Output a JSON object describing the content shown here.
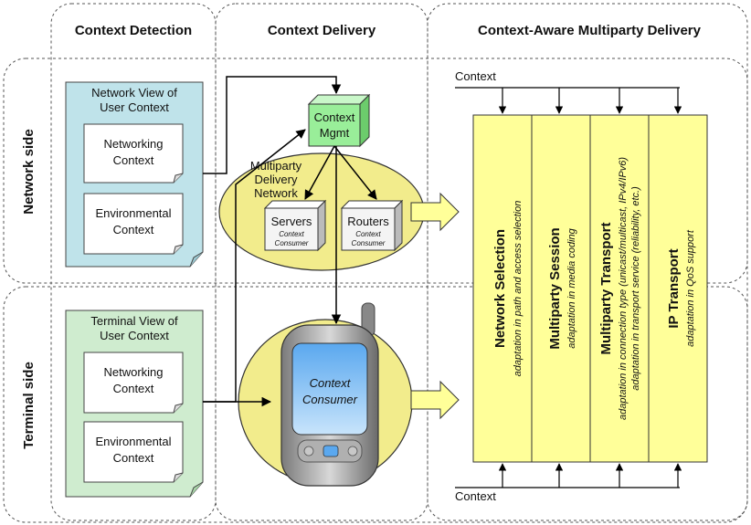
{
  "columns": {
    "detection": "Context Detection",
    "delivery": "Context Delivery",
    "multiparty": "Context-Aware Multiparty Delivery"
  },
  "rows": {
    "network": "Network side",
    "terminal": "Terminal side"
  },
  "network_view": {
    "title_line1": "Network View of",
    "title_line2": "User Context",
    "networking_line1": "Networking",
    "networking_line2": "Context",
    "environmental_line1": "Environmental",
    "environmental_line2": "Context"
  },
  "terminal_view": {
    "title_line1": "Terminal View of",
    "title_line2": "User Context",
    "networking_line1": "Networking",
    "networking_line2": "Context",
    "environmental_line1": "Environmental",
    "environmental_line2": "Context"
  },
  "context_mgmt": {
    "line1": "Context",
    "line2": "Mgmt"
  },
  "delivery_network": {
    "line1": "Multiparty",
    "line2": "Delivery",
    "line3": "Network"
  },
  "servers": {
    "label": "Servers",
    "sub1": "Context",
    "sub2": "Consumer"
  },
  "routers": {
    "label": "Routers",
    "sub1": "Context",
    "sub2": "Consumer"
  },
  "phone": {
    "line1": "Context",
    "line2": "Consumer"
  },
  "context_top": "Context",
  "context_bottom": "Context",
  "layers": [
    {
      "title": "Network Selection",
      "sub1": "adaptation in path and access selection",
      "sub2": ""
    },
    {
      "title": "Multiparty Session",
      "sub1": "adaptation in media coding",
      "sub2": ""
    },
    {
      "title": "Multiparty Transport",
      "sub1": "adaptation in connection type (unicast/multicast, IPv4/IPv6)",
      "sub2": "adaptation in transport service (reliability, etc.)"
    },
    {
      "title": "IP Transport",
      "sub1": "adaptation in QoS support",
      "sub2": ""
    }
  ],
  "colors": {
    "network_view_fill": "#bfe3ea",
    "terminal_view_fill": "#cfeccf",
    "context_mgmt_fill": "#99ee99",
    "ellipse_fill": "#f2ec8c",
    "arrow_fill": "#ffff99",
    "layer_fill": "#ffff99"
  }
}
